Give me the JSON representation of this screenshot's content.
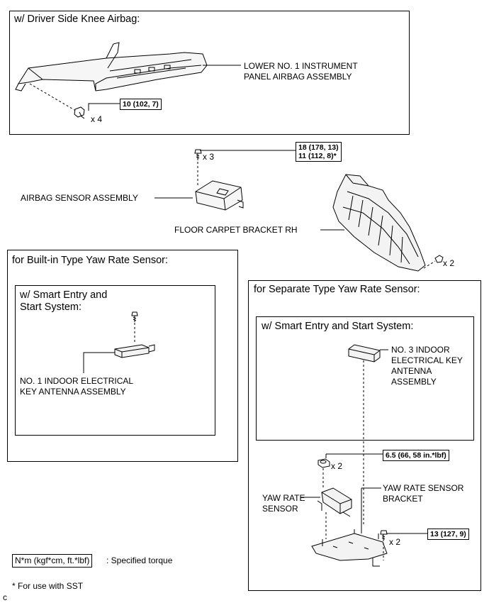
{
  "sections": {
    "knee_airbag_title": "w/ Driver Side Knee Airbag:",
    "builtin_title": "for Built-in Type Yaw Rate Sensor:",
    "builtin_sub_title": "w/ Smart Entry and\nStart System:",
    "separate_title": "for Separate Type Yaw Rate Sensor:",
    "separate_sub_title": "w/ Smart Entry and Start System:"
  },
  "labels": {
    "lower_airbag": "LOWER NO. 1 INSTRUMENT\nPANEL AIRBAG ASSEMBLY",
    "airbag_sensor": "AIRBAG SENSOR ASSEMBLY",
    "floor_bracket": "FLOOR CARPET BRACKET RH",
    "no1_antenna": "NO. 1 INDOOR ELECTRICAL\nKEY ANTENNA ASSEMBLY",
    "no3_antenna": "NO. 3 INDOOR\nELECTRICAL KEY\nANTENNA\nASSEMBLY",
    "yaw_sensor": "YAW RATE\nSENSOR",
    "yaw_bracket": "YAW RATE SENSOR\nBRACKET"
  },
  "torques": {
    "airbag_bolts": "10 (102, 7)",
    "sensor_bolts": "18 (178, 13)\n11 (112, 8)*",
    "yaw_nuts": "6.5 (66, 58 in.*lbf)",
    "bracket_bolts": "13 (127, 9)"
  },
  "quantities": {
    "airbag_bolts": "x 4",
    "sensor_bolts": "x 3",
    "bracket_clips": "x 2",
    "yaw_nuts": "x 2",
    "bracket_bolts": "x 2"
  },
  "legend": {
    "unit_box": "N*m (kgf*cm, ft.*lbf)",
    "unit_desc": ": Specified torque",
    "footnote": "* For use with SST",
    "corner_mark": "c"
  }
}
